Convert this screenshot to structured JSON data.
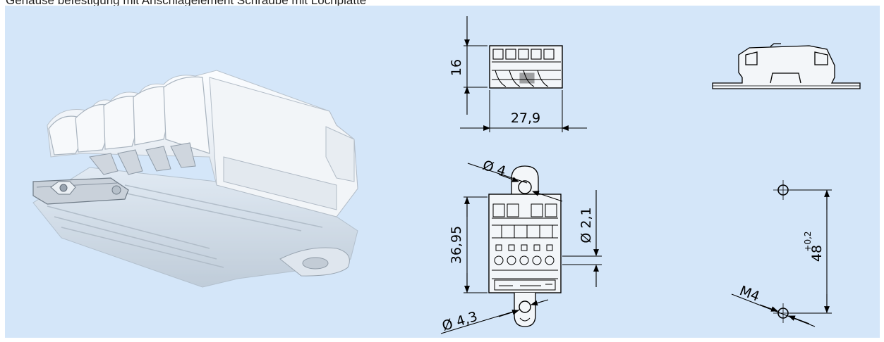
{
  "caption": "Gehäuse befestigung mit Anschlagelement Schraube mit Lochplatte",
  "drawings": {
    "front": {
      "height": "16",
      "width": "27,9"
    },
    "top": {
      "hole_large": "Ø 4",
      "hole_small": "Ø 2,1",
      "height": "36,95",
      "hole_bottom": "Ø 4,3"
    },
    "mounting": {
      "spacing": "48",
      "tolerance": "+0,2",
      "thread": "M4"
    }
  },
  "colors": {
    "background": "#d4e6f9",
    "product": "#eef2f6",
    "line": "#000000"
  }
}
